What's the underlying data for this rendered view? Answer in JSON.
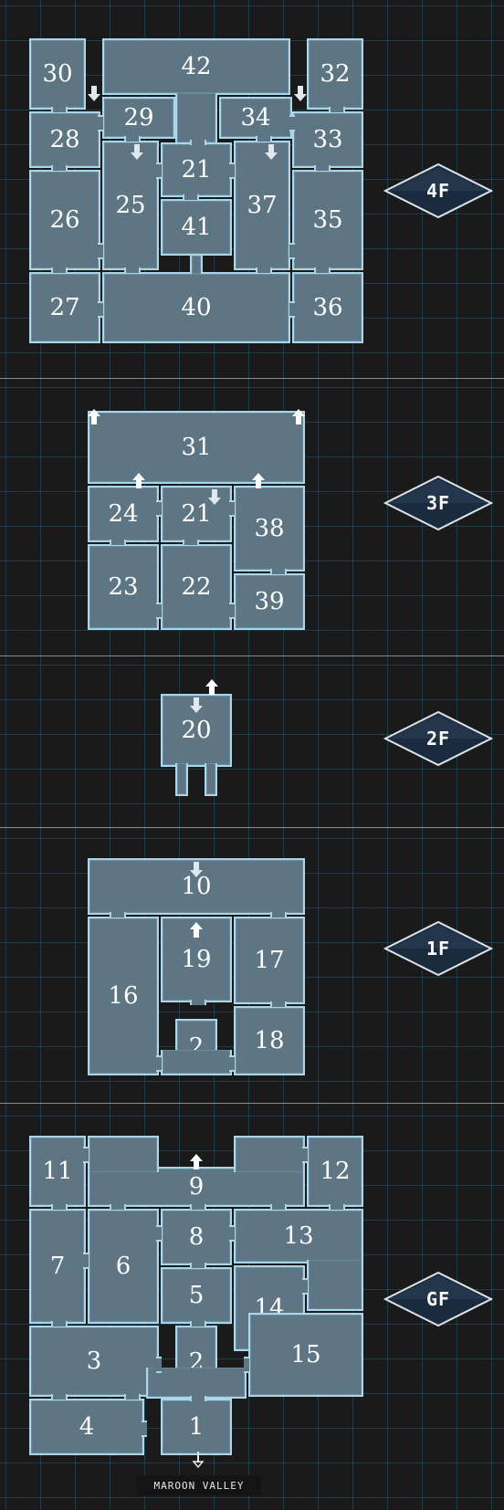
{
  "colors": {
    "background": "#1a1a1a",
    "grid": "#1e5a6e",
    "room_fill": "#5e7583",
    "room_border": "#a9d6ea",
    "badge_fill": "#1b2b3f"
  },
  "floors": [
    {
      "id": "4F",
      "label": "4F",
      "rooms": {
        "r30": "30",
        "r42": "42",
        "r32": "32",
        "r29": "29",
        "r34": "34",
        "r28": "28",
        "r33": "33",
        "r21": "21",
        "r25": "25",
        "r37": "37",
        "r26": "26",
        "r35": "35",
        "r41": "41",
        "r27": "27",
        "r40": "40",
        "r36": "36"
      }
    },
    {
      "id": "3F",
      "label": "3F",
      "rooms": {
        "r31": "31",
        "r24": "24",
        "r21": "21",
        "r38": "38",
        "r23": "23",
        "r22": "22",
        "r39": "39"
      }
    },
    {
      "id": "2F",
      "label": "2F",
      "rooms": {
        "r20": "20"
      }
    },
    {
      "id": "1F",
      "label": "1F",
      "rooms": {
        "r10": "10",
        "r16": "16",
        "r19": "19",
        "r17": "17",
        "r2": "2",
        "r18": "18"
      }
    },
    {
      "id": "GF",
      "label": "GF",
      "rooms": {
        "r11": "11",
        "r9": "9",
        "r12": "12",
        "r7": "7",
        "r6": "6",
        "r8": "8",
        "r13": "13",
        "r5": "5",
        "r14": "14",
        "r3": "3",
        "r2": "2",
        "r15": "15",
        "r4": "4",
        "r1": "1"
      }
    }
  ],
  "exit": {
    "label": "MAROON VALLEY"
  }
}
